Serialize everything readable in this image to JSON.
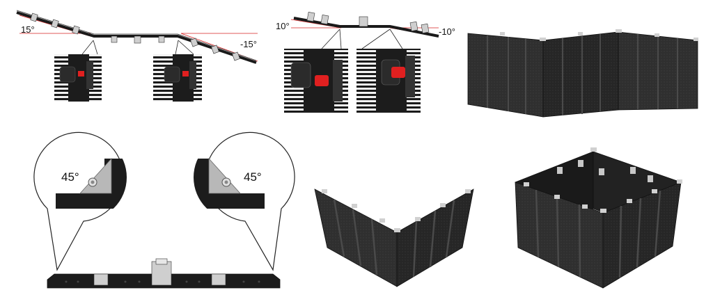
{
  "panels": {
    "curve_15": {
      "left_angle": "15°",
      "right_angle": "-15°"
    },
    "curve_10": {
      "left_angle": "10°",
      "right_angle": "-10°"
    },
    "corner_45": {
      "left_angle": "45°",
      "right_angle": "45°"
    }
  },
  "colors": {
    "panel_dark": "#2a2a2a",
    "panel_face": "#3a3a3a",
    "angle_line": "#d62020",
    "lock_red": "#e02020",
    "bracket_silver": "#c8c8c8",
    "outline": "#222222"
  }
}
